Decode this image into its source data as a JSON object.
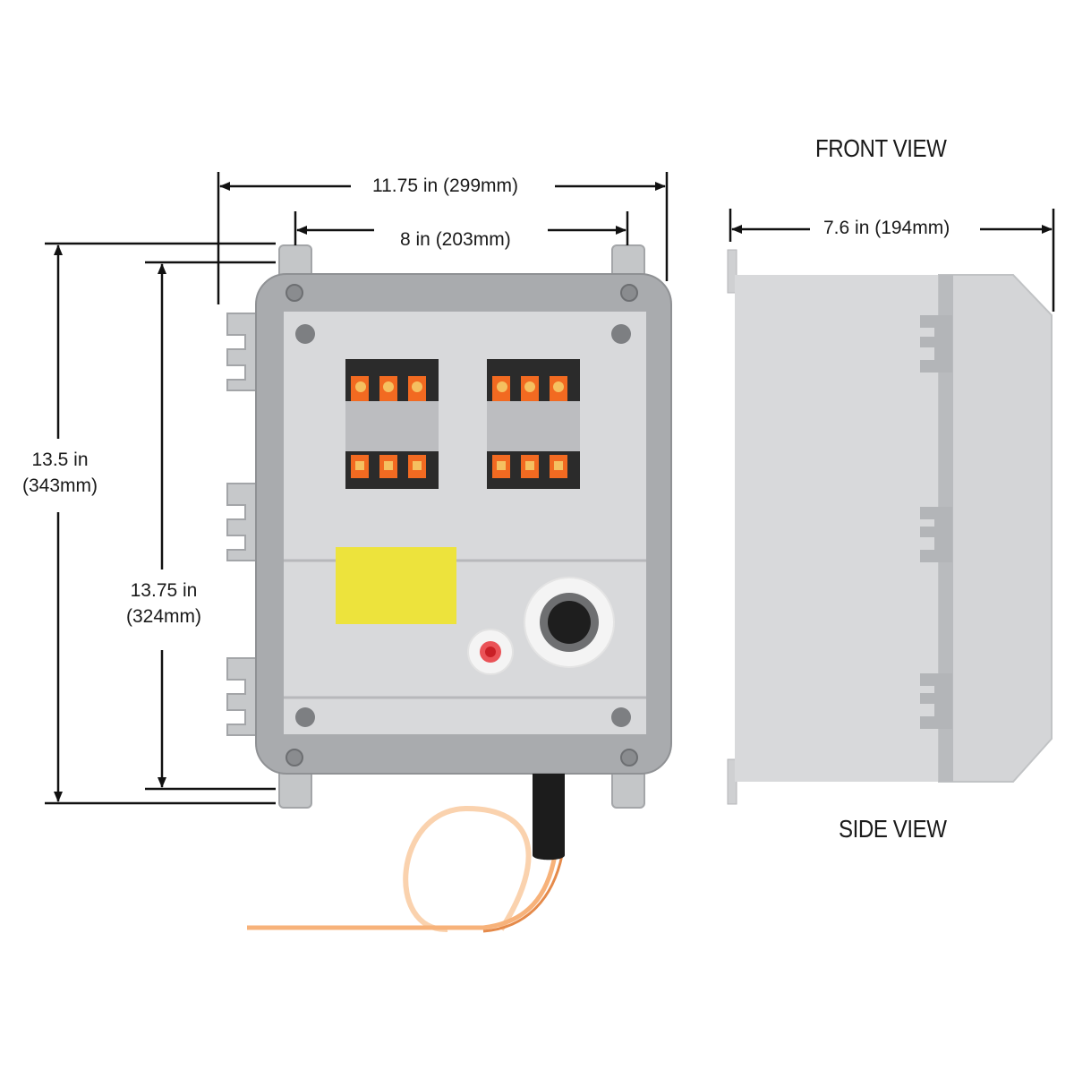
{
  "labels": {
    "front_view": "FRONT VIEW",
    "side_view": "SIDE VIEW",
    "width_outer": "11.75 in (299mm)",
    "width_inner": "8 in (203mm)",
    "depth": "7.6 in (194mm)",
    "height_outer_in": "13.5 in",
    "height_outer_mm": "(343mm)",
    "height_inner_in": "13.75 in",
    "height_inner_mm": "(324mm)"
  },
  "colors": {
    "enclosure": "#a9abae",
    "panel": "#d8d9db",
    "breaker_dark": "#2b2b2b",
    "terminal_orange": "#f26a21",
    "label_yellow": "#ede33c",
    "indicator_red": "#e8353b",
    "cable_black": "#1c1c1c",
    "wire_orange": "#f7b27a"
  }
}
